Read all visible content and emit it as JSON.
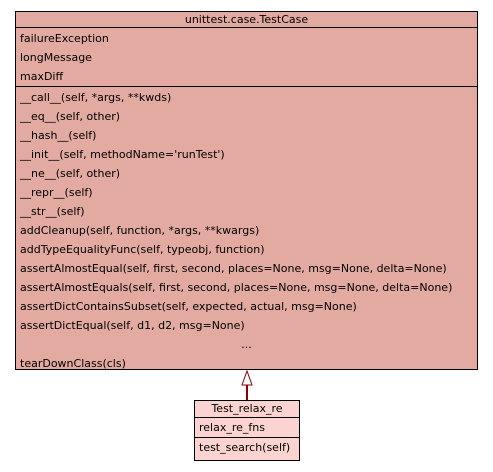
{
  "colors": {
    "parent_fill": "#e2aaa0",
    "child_fill": "#fbd3d0",
    "line": "#000000",
    "arrow_line": "#8b0000"
  },
  "base_class": {
    "name": "unittest.case.TestCase",
    "attributes": [
      "failureException",
      "longMessage",
      "maxDiff"
    ],
    "methods": [
      "__call__(self, *args, **kwds)",
      "__eq__(self, other)",
      "__hash__(self)",
      "__init__(self, methodName='runTest')",
      "__ne__(self, other)",
      "__repr__(self)",
      "__str__(self)",
      "addCleanup(self, function, *args, **kwargs)",
      "addTypeEqualityFunc(self, typeobj, function)",
      "assertAlmostEqual(self, first, second, places=None, msg=None, delta=None)",
      "assertAlmostEquals(self, first, second, places=None, msg=None, delta=None)",
      "assertDictContainsSubset(self, expected, actual, msg=None)",
      "assertDictEqual(self, d1, d2, msg=None)",
      "...",
      "tearDownClass(cls)"
    ]
  },
  "derived_class": {
    "name": "Test_relax_re",
    "attributes": [
      "relax_re_fns"
    ],
    "methods": [
      "test_search(self)"
    ]
  },
  "relationship": {
    "type": "inheritance",
    "from": "Test_relax_re",
    "to": "unittest.case.TestCase"
  }
}
